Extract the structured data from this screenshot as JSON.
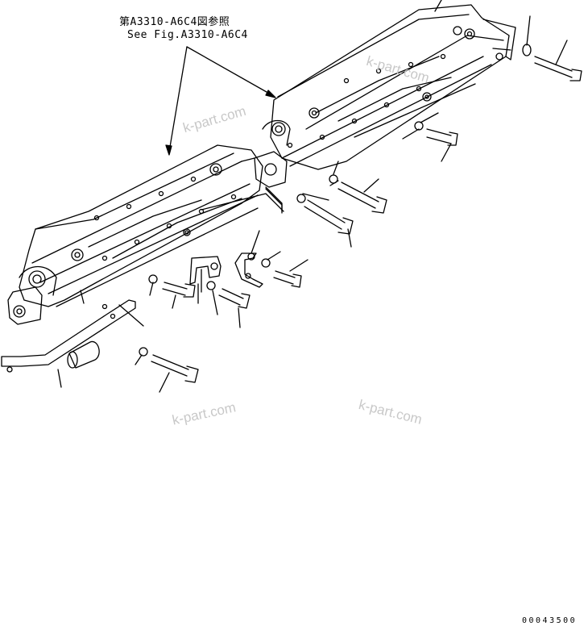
{
  "reference": {
    "japanese": "第A3310-A6C4図参照",
    "english": "See Fig.A3310-A6C4"
  },
  "watermarks": [
    "k-part.com",
    "k-part.com",
    "k-part.com",
    "k-part.com"
  ],
  "drawing_id": "00043500"
}
